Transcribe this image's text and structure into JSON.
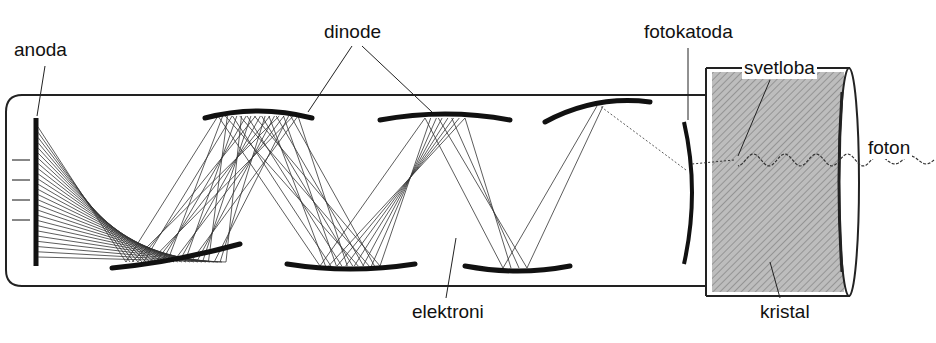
{
  "diagram": {
    "labels": [
      "anoda",
      "dinode",
      "fotokatoda",
      "svetloba",
      "foton",
      "elektroni",
      "kristal"
    ]
  }
}
